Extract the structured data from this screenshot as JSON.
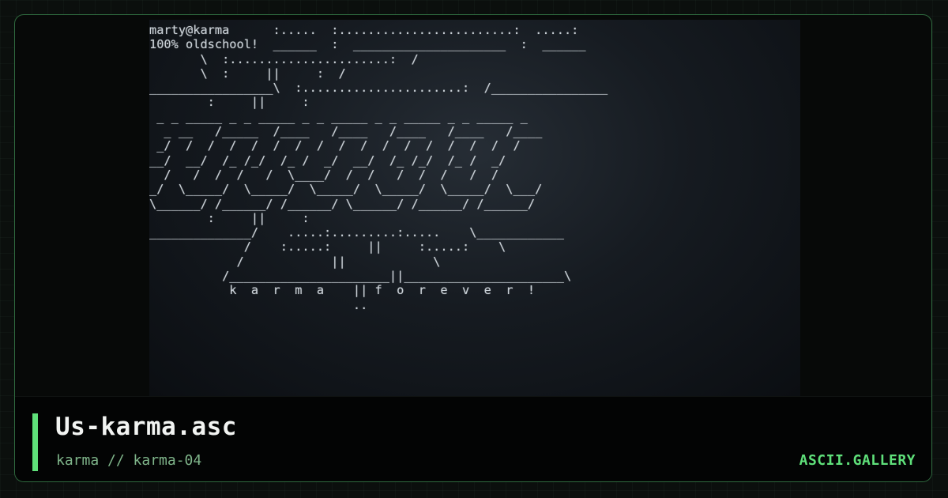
{
  "card": {
    "title": "Us-karma.asc",
    "subtitle": "karma // karma-04",
    "brand": "ASCII.GALLERY"
  },
  "art": {
    "text": "marty@karma      :.....  :........................:  .....:\n100% oldschool!  ______  :  _____________________  :  ______\n       \\  :......................:  /\n       \\  :     ||     :  /\n_________________\\  :......................:  /________________\n        :     ||     :\n _ _ _____ _ _ _____ _ _ _____ _ _ _____ _ _ _____ _\n  _ __   /_____  /____   /____   /____   /____   /____\n _/  /  /  /  /  /  /  /  /  /  /  /  /  /  /  /  /\n__/  __/  /_ /_/  /_ /  _/  __/  /_ /_/  /_ /  _/\n  /   /  /  /   /  \\____/  /  /   /  /  /   /  /\n_/  \\_____/  \\_____/  \\_____/  \\_____/  \\_____/  \\___/\n\\______/ /______/ /______/ \\______/ /______/ /______/\n        :     ||     :\n______________/    .....:.........:.....    \\____________\n             /    :.....:     ||     :.....:    \\\n            /            ||            \\\n          /______________________||______________________\\\n           k  a  r  m  a    || f  o  r  e  v  e  r  !\n                            ..",
    "colors": {
      "text": "#c9d0d6",
      "accent": "#5fe07a",
      "subtitle": "#7fb58a",
      "border": "#2f6a3f"
    }
  }
}
